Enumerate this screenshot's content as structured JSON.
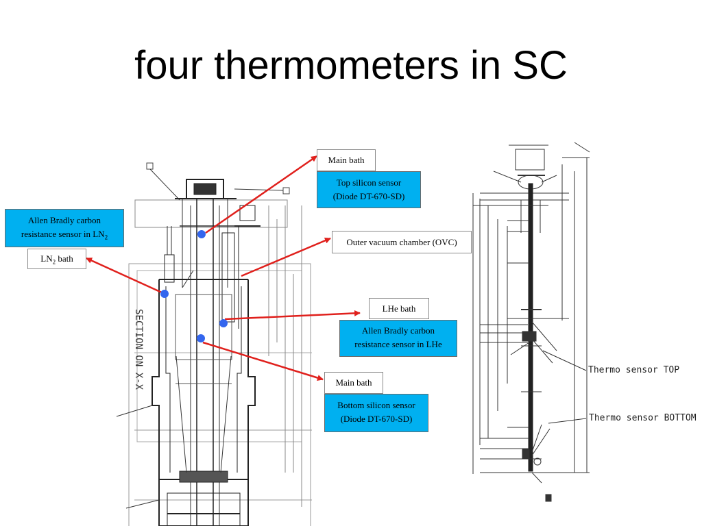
{
  "title": "four thermometers in SC",
  "labels": {
    "main_bath_top": "Main bath",
    "top_silicon_sensor": [
      "Top silicon sensor",
      "(Diode DT-670-SD)"
    ],
    "allen_ln2": [
      "Allen Bradly carbon",
      "resistance sensor in LN",
      "2"
    ],
    "ln2_bath": [
      "LN",
      "2",
      " bath"
    ],
    "ovc": "Outer vacuum chamber (OVC)",
    "lhe_bath": "LHe bath",
    "allen_lhe": [
      "Allen Bradly carbon",
      "resistance sensor in LHe"
    ],
    "main_bath_bottom": "Main bath",
    "bottom_silicon_sensor": [
      "Bottom silicon sensor",
      "(Diode DT-670-SD)"
    ]
  },
  "drawing_text": {
    "section": "SECTION ON X-X",
    "thermo_top": "Thermo sensor TOP",
    "thermo_bottom": "Thermo sensor BOTTOM"
  },
  "colors": {
    "arrow": "#e0201c",
    "sensor_dot": "#3366ee",
    "label_fill": "#00b0f0"
  }
}
